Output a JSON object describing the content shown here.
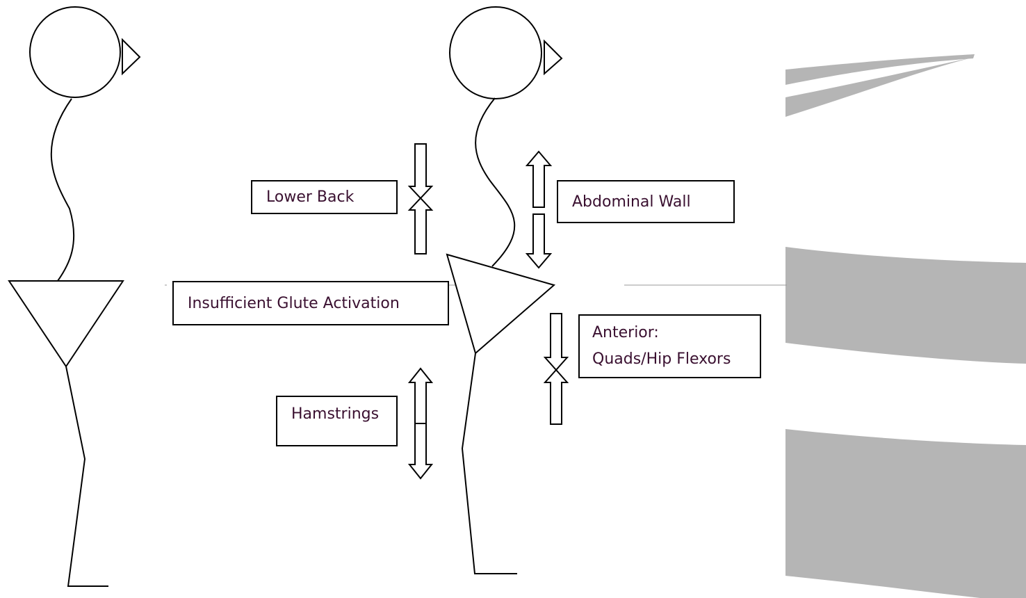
{
  "labels": {
    "lower_back": "Lower Back",
    "abdominal_wall": "Abdominal Wall",
    "glute": "Insufficient Glute Activation",
    "anterior_line1": "Anterior:",
    "anterior_line2": "Quads/Hip Flexors",
    "hamstrings": "Hamstrings"
  },
  "colors": {
    "stroke": "#000000",
    "label_text": "#3a1030",
    "decor_gray": "#b5b5b5"
  }
}
